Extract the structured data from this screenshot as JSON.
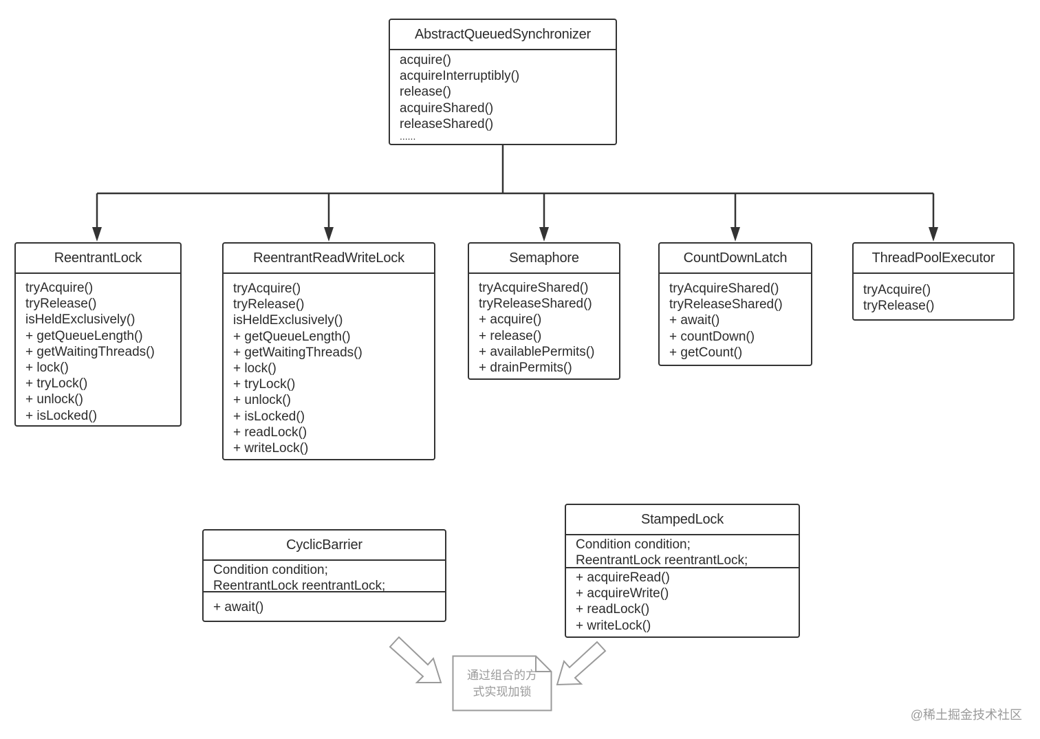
{
  "diagram": {
    "parent": {
      "name": "AbstractQueuedSynchronizer",
      "methods": [
        "acquire()",
        "acquireInterruptibly()",
        "release()",
        "acquireShared()",
        "releaseShared()",
        "......"
      ]
    },
    "children": [
      {
        "name": "ReentrantLock",
        "methods": [
          "tryAcquire()",
          "tryRelease()",
          "isHeldExclusively()",
          "+ getQueueLength()",
          "+ getWaitingThreads()",
          "+ lock()",
          "+ tryLock()",
          "+ unlock()",
          "+ isLocked()"
        ]
      },
      {
        "name": "ReentrantReadWriteLock",
        "methods": [
          "tryAcquire()",
          "tryRelease()",
          "isHeldExclusively()",
          "+ getQueueLength()",
          "+ getWaitingThreads()",
          "+ lock()",
          "+ tryLock()",
          "+ unlock()",
          "+ isLocked()",
          "+ readLock()",
          "+ writeLock()"
        ]
      },
      {
        "name": "Semaphore",
        "methods": [
          "tryAcquireShared()",
          "tryReleaseShared()",
          "+ acquire()",
          "+ release()",
          "+ availablePermits()",
          "+ drainPermits()"
        ]
      },
      {
        "name": "CountDownLatch",
        "methods": [
          "tryAcquireShared()",
          "tryReleaseShared()",
          "+ await()",
          "+ countDown()",
          "+ getCount()"
        ]
      },
      {
        "name": "ThreadPoolExecutor",
        "methods": [
          "tryAcquire()",
          "tryRelease()"
        ]
      }
    ],
    "composed": [
      {
        "name": "CyclicBarrier",
        "fields": [
          "Condition condition;",
          "ReentrantLock reentrantLock;"
        ],
        "methods": [
          "+ await()"
        ]
      },
      {
        "name": "StampedLock",
        "fields": [
          "Condition condition;",
          "ReentrantLock reentrantLock;"
        ],
        "methods": [
          "+ acquireRead()",
          "+ acquireWrite()",
          "+ readLock()",
          "+ writeLock()"
        ]
      }
    ],
    "note": {
      "line1": "通过组合的方",
      "line2": "式实现加锁"
    },
    "watermark": "@稀土掘金技术社区",
    "colors": {
      "stroke": "#333333",
      "note_stroke": "#9a9a9a",
      "background": "#ffffff"
    }
  }
}
